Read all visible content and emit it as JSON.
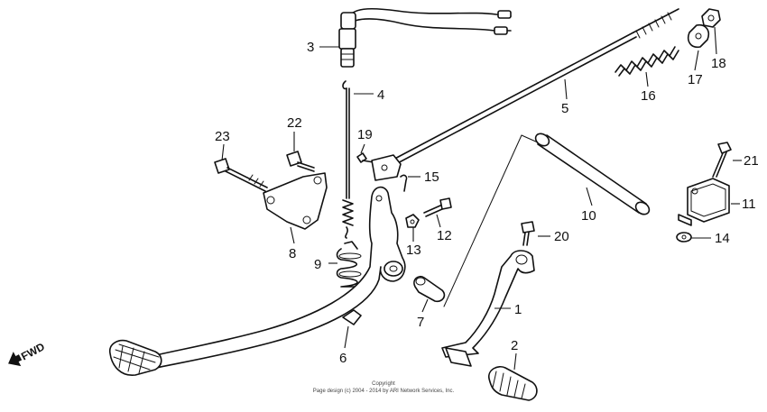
{
  "diagram": {
    "callouts": [
      "1",
      "2",
      "3",
      "4",
      "5",
      "6",
      "7",
      "8",
      "9",
      "10",
      "11",
      "12",
      "13",
      "14",
      "15",
      "16",
      "17",
      "18",
      "19",
      "20",
      "21",
      "22",
      "23"
    ],
    "direction_label": "FWD",
    "copyright_line1": "Copyright",
    "copyright_line2": "Page design (c) 2004 - 2014 by ARI Network Services, Inc."
  }
}
